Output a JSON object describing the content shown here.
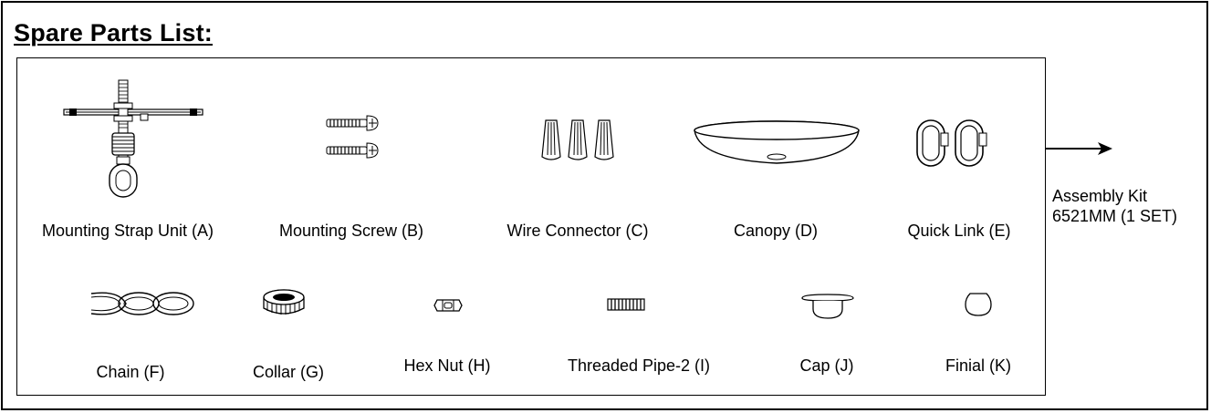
{
  "title": "Spare Parts List:",
  "parts": [
    {
      "label": "Mounting Strap Unit (A)",
      "icon": "mounting-strap-icon"
    },
    {
      "label": "Mounting Screw (B)",
      "icon": "screw-icon"
    },
    {
      "label": "Wire Connector (C)",
      "icon": "wire-connector-icon"
    },
    {
      "label": "Canopy (D)",
      "icon": "canopy-icon"
    },
    {
      "label": "Quick Link (E)",
      "icon": "quick-link-icon"
    },
    {
      "label": "Chain (F)",
      "icon": "chain-icon"
    },
    {
      "label": "Collar (G)",
      "icon": "collar-icon"
    },
    {
      "label": "Hex Nut (H)",
      "icon": "hex-nut-icon"
    },
    {
      "label": "Threaded Pipe-2 (I)",
      "icon": "threaded-pipe-icon"
    },
    {
      "label": "Cap (J)",
      "icon": "cap-icon"
    },
    {
      "label": "Finial (K)",
      "icon": "finial-icon"
    }
  ],
  "kit": {
    "line1": "Assembly Kit",
    "line2": "6521MM (1 SET)"
  }
}
